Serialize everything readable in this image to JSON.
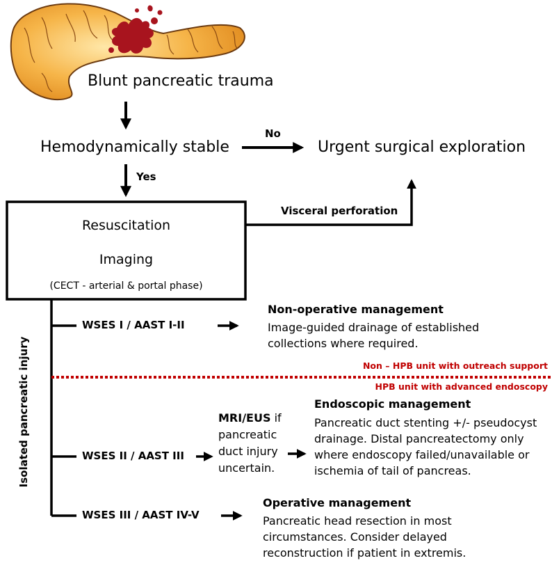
{
  "title": "Blunt pancreatic trauma",
  "stable_q": "Hemodynamically stable",
  "no_label": "No",
  "yes_label": "Yes",
  "urgent": "Urgent surgical exploration",
  "visceral": "Visceral perforation",
  "box": {
    "line1": "Resuscitation",
    "line2": "Imaging",
    "line3": "(CECT - arterial & portal phase)"
  },
  "side_label": "Isolated pancreatic injury",
  "divider": {
    "above": "Non – HPB unit with outreach support",
    "below": "HPB unit with advanced endoscopy",
    "color": "#c00000"
  },
  "branches": [
    {
      "grade": "WSES I / AAST I-II",
      "heading": "Non-operative management",
      "lines": [
        "Image-guided drainage of established",
        "collections where required."
      ]
    },
    {
      "grade": "WSES II / AAST III",
      "mri": {
        "bold": "MRI/EUS",
        "rest": " if",
        "lines": [
          "pancreatic",
          "duct injury",
          "uncertain."
        ]
      },
      "heading": "Endoscopic management",
      "lines": [
        "Pancreatic duct stenting +/- pseudocyst",
        "drainage. Distal pancreatectomy only",
        "where endoscopy failed/unavailable or",
        "ischemia of tail of pancreas."
      ]
    },
    {
      "grade": "WSES III / AAST IV-V",
      "heading": "Operative management",
      "lines": [
        "Pancreatic head resection in most",
        "circumstances. Consider delayed",
        "reconstruction if patient in extremis."
      ]
    }
  ],
  "colors": {
    "pancreas": "#f0a030",
    "pancreas_light": "#ffd27a",
    "blood": "#a8141e"
  }
}
